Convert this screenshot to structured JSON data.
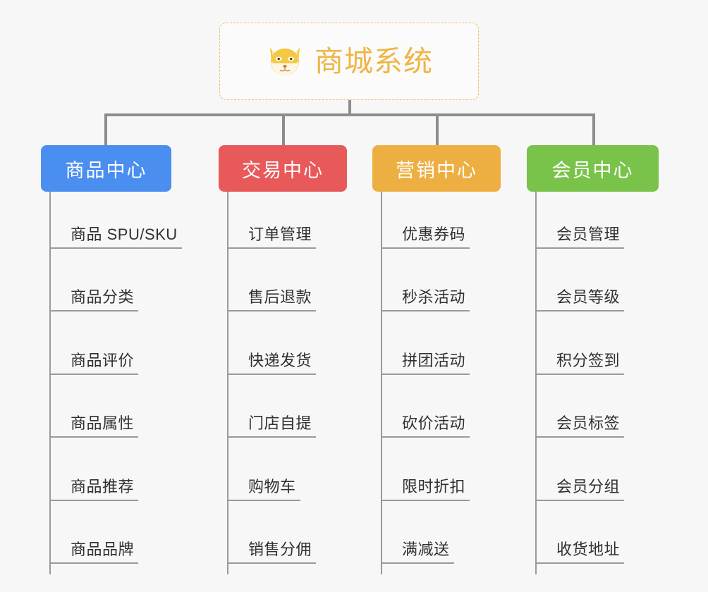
{
  "diagram": {
    "type": "org-tree",
    "title": "商城系统",
    "root": {
      "label": "商城系统",
      "icon": "shiba-dog-emoji",
      "text_color": "#efb545",
      "border_color": "#f0bb62",
      "background": "#fbfbfb",
      "border_style": "dashed"
    },
    "background_color": "#f7f7f7",
    "connector_color": "#8d8d8d",
    "leaf_rule_color": "#9a9a9a",
    "leaf_text_color": "#303030",
    "categories": [
      {
        "label": "商品中心",
        "color": "#4a8ef0",
        "text_color": "#ffffff",
        "items": [
          "商品 SPU/SKU",
          "商品分类",
          "商品评价",
          "商品属性",
          "商品推荐",
          "商品品牌"
        ]
      },
      {
        "label": "交易中心",
        "color": "#e85a5a",
        "text_color": "#ffffff",
        "items": [
          "订单管理",
          "售后退款",
          "快递发货",
          "门店自提",
          "购物车",
          "销售分佣"
        ]
      },
      {
        "label": "营销中心",
        "color": "#edaf42",
        "text_color": "#ffffff",
        "items": [
          "优惠券码",
          "秒杀活动",
          "拼团活动",
          "砍价活动",
          "限时折扣",
          "满减送"
        ]
      },
      {
        "label": "会员中心",
        "color": "#7ac34a",
        "text_color": "#ffffff",
        "items": [
          "会员管理",
          "会员等级",
          "积分签到",
          "会员标签",
          "会员分组",
          "收货地址"
        ]
      }
    ]
  }
}
